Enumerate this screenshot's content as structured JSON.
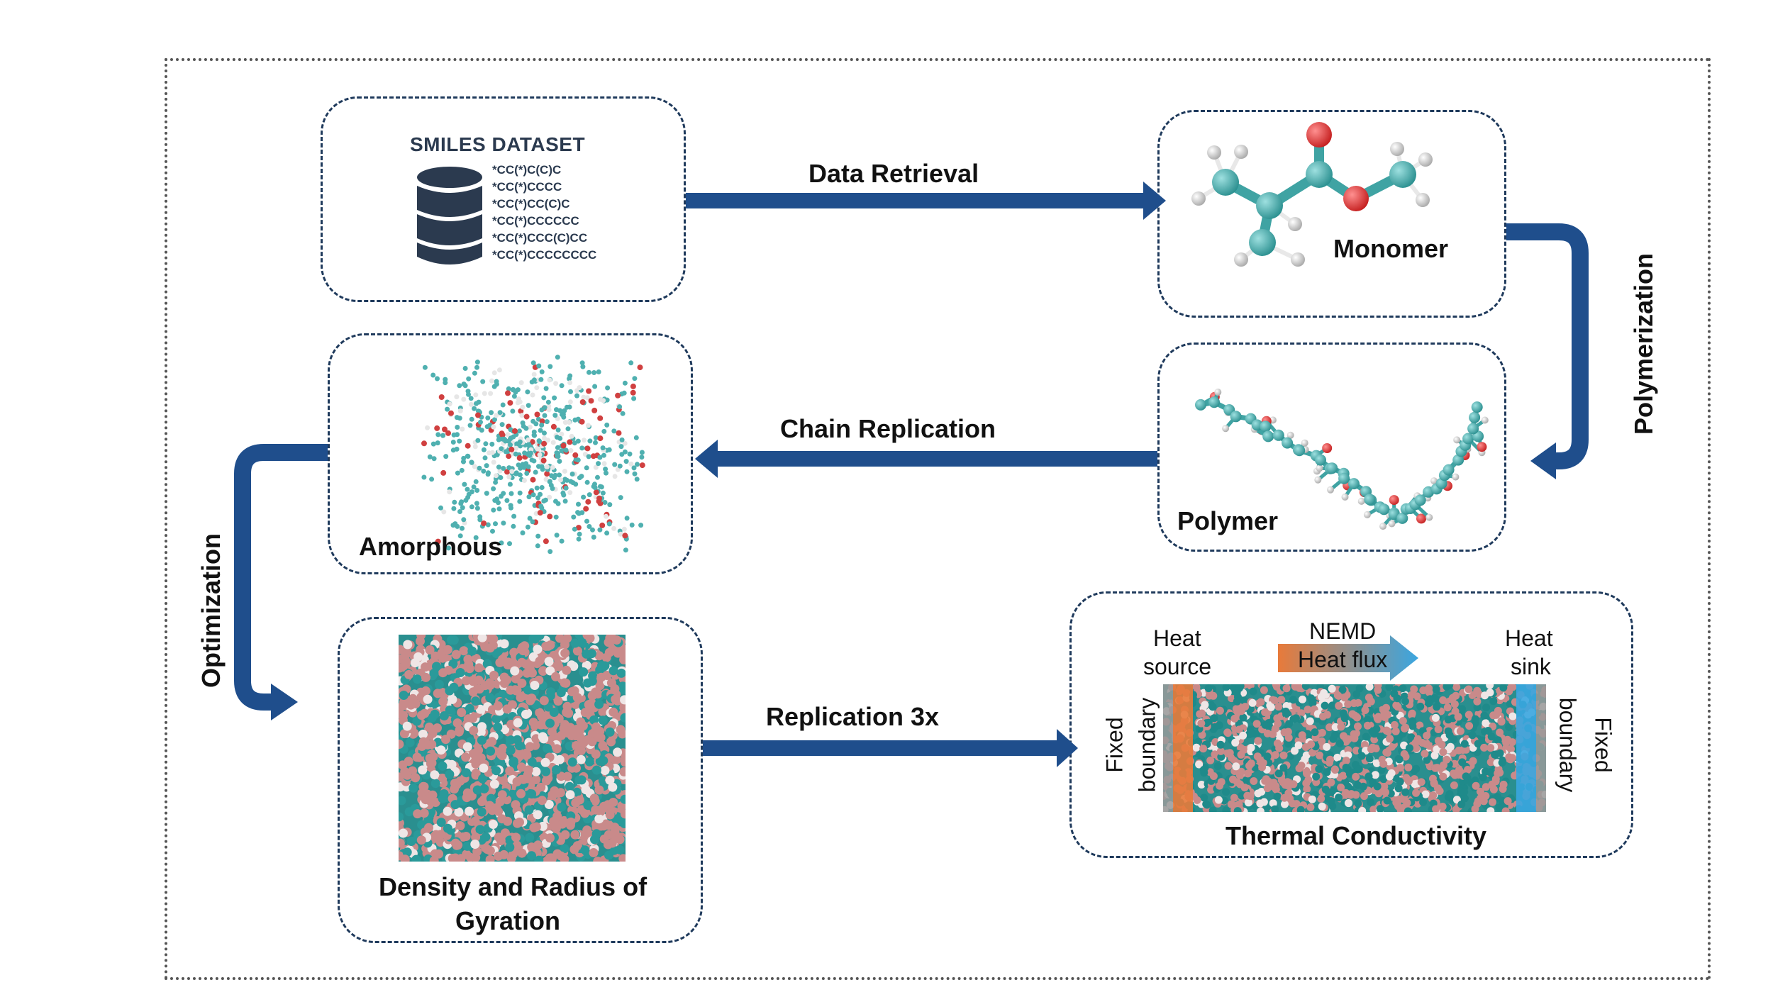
{
  "dataset": {
    "title": "SMILES DATASET",
    "smiles": [
      "*CC(*)C(C)C",
      "*CC(*)CCCC",
      "*CC(*)CC(C)C",
      "*CC(*)CCCCCC",
      "*CC(*)CCC(C)CC",
      "*CC(*)CCCCCCCC"
    ]
  },
  "nodes": {
    "monomer": "Monomer",
    "polymer": "Polymer",
    "amorphous": "Amorphous",
    "density_line1": "Density and Radius of",
    "density_line2": "Gyration",
    "thermal": "Thermal Conductivity"
  },
  "edges": {
    "data_retrieval": "Data Retrieval",
    "polymerization": "Polymerization",
    "chain_replication": "Chain Replication",
    "optimization": "Optimization",
    "replication": "Replication 3x"
  },
  "nemd": {
    "title": "NEMD",
    "heat_flux": "Heat flux",
    "heat_source_1": "Heat",
    "heat_source_2": "source",
    "heat_sink_1": "Heat",
    "heat_sink_2": "sink",
    "fixed_left_1": "Fixed",
    "fixed_left_2": "boundary",
    "fixed_right_1": "Fixed",
    "fixed_right_2": "boundary"
  },
  "colors": {
    "arrow": "#1f4e8c",
    "carbon": "#3fa3a3",
    "oxygen": "#e23030",
    "hydrogen": "#e8e8e8",
    "bead_pink": "#c98a8a",
    "bead_teal": "#2a8f8f",
    "source": "#e87a3a",
    "sink": "#3aa6e0"
  }
}
